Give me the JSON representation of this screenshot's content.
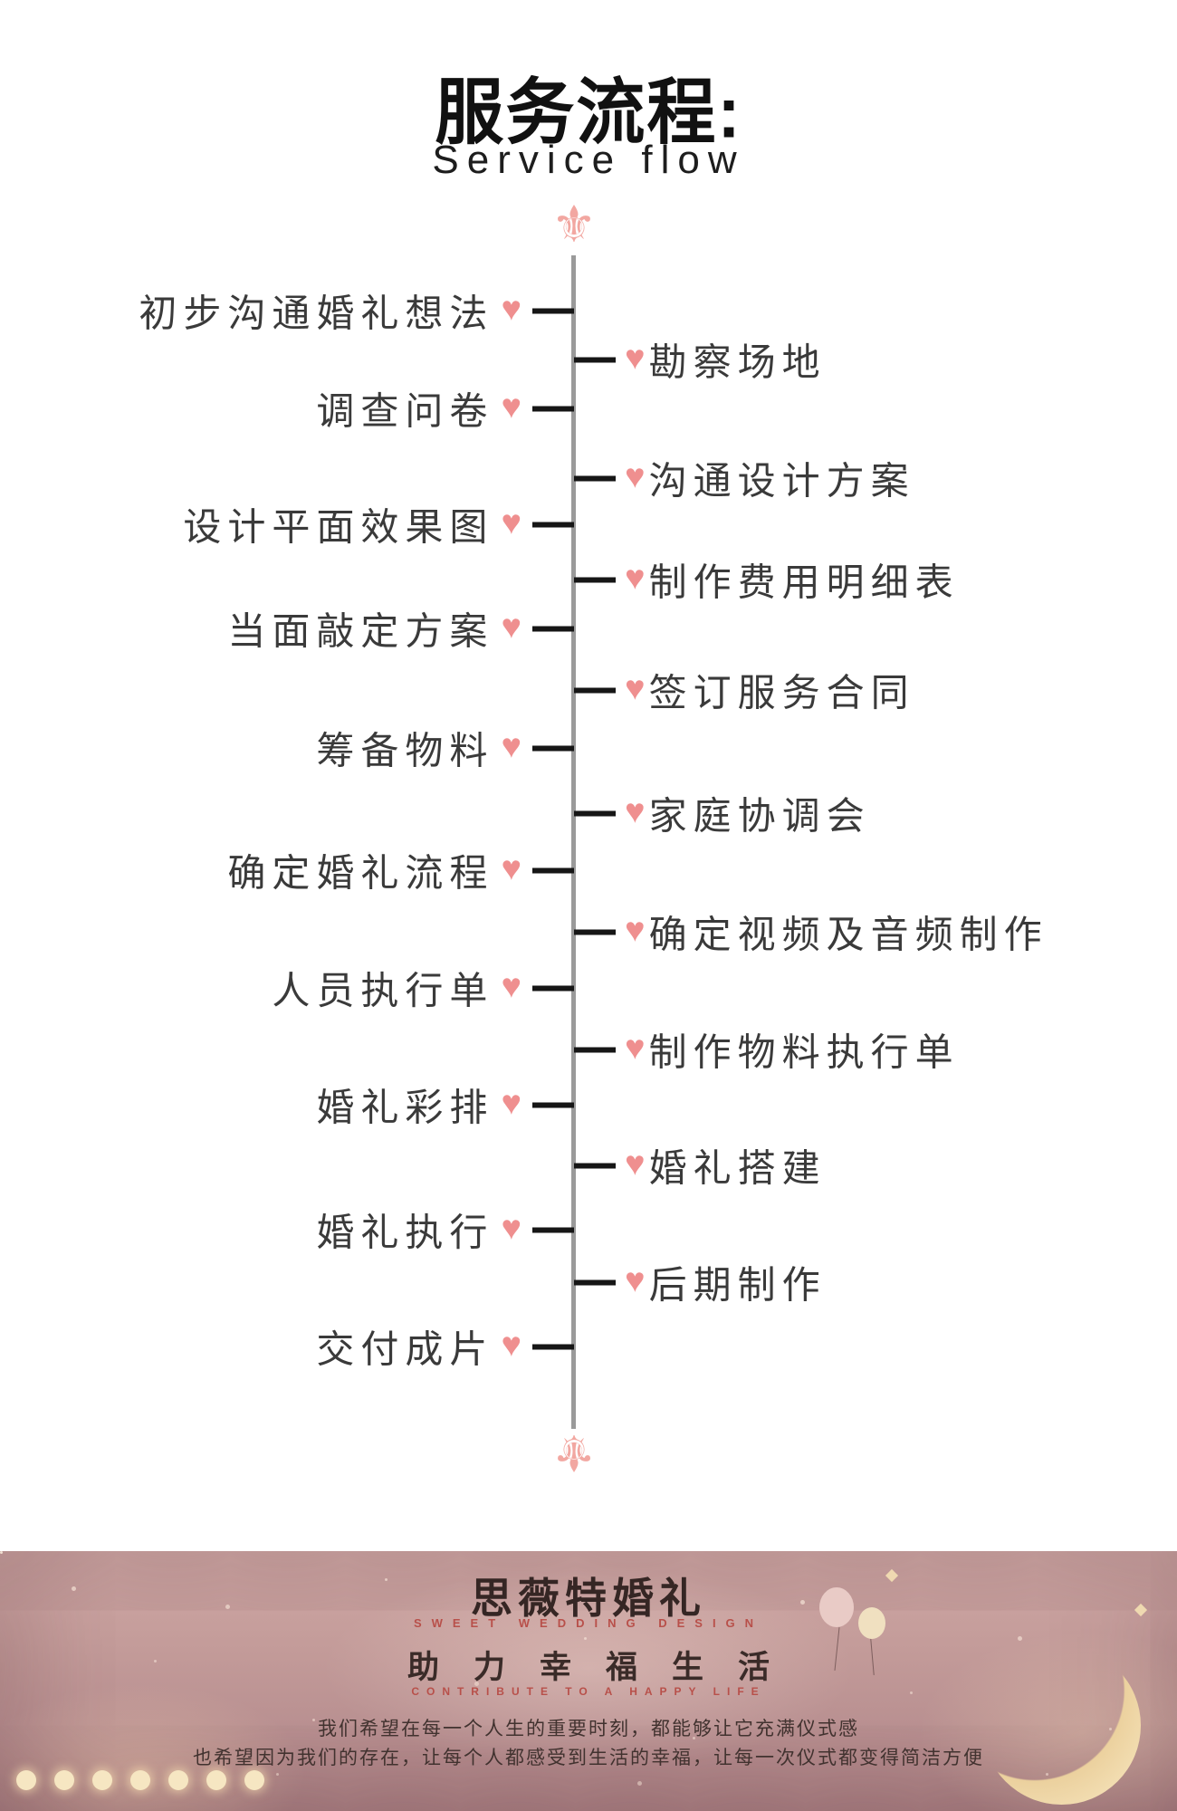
{
  "header": {
    "title": "服务流程:",
    "subtitle": "Service flow"
  },
  "icons": {
    "heart": "♥",
    "fleur": "⚜"
  },
  "colors": {
    "accent_pink": "#ef8f8f",
    "line_gray": "#9a9a9a",
    "tick_black": "#161616",
    "footer_bg": "#c49c9a",
    "footer_accent_red": "#b8504a"
  },
  "timeline": {
    "left_items": [
      "初步沟通婚礼想法",
      "调查问卷",
      "设计平面效果图",
      "当面敲定方案",
      "筹备物料",
      "确定婚礼流程",
      "人员执行单",
      "婚礼彩排",
      "婚礼执行",
      "交付成片"
    ],
    "right_items": [
      "勘察场地",
      "沟通设计方案",
      "制作费用明细表",
      "签订服务合同",
      "家庭协调会",
      "确定视频及音频制作",
      "制作物料执行单",
      "婚礼搭建",
      "后期制作"
    ]
  },
  "footer": {
    "brand": "思薇特婚礼",
    "brand_sub": "SWEET WEDDING DESIGN",
    "slogan": "助力幸福生活",
    "slogan_sub": "CONTRIBUTE TO A HAPPY LIFE",
    "line1": "我们希望在每一个人生的重要时刻，都能够让它充满仪式感",
    "line2": "也希望因为我们的存在，让每个人都感受到生活的幸福，让每一次仪式都变得简洁方便"
  }
}
